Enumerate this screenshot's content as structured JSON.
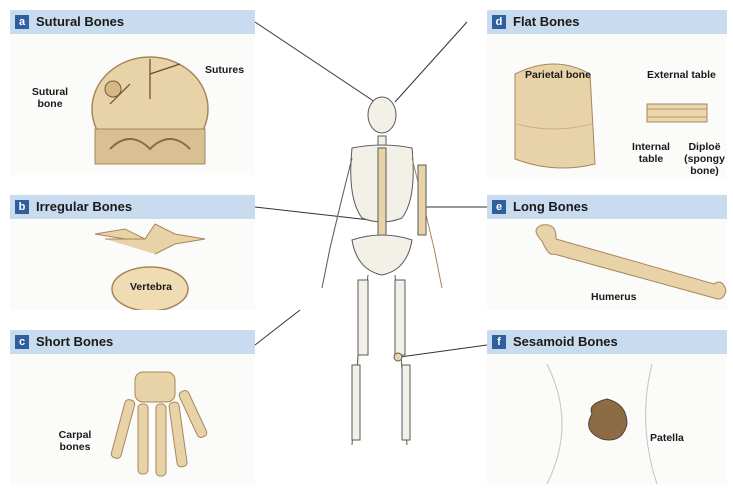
{
  "panels": {
    "a": {
      "letter": "a",
      "title": "Sutural Bones",
      "labels": {
        "sutures": "Sutures",
        "sutural_bone": "Sutural\nbone"
      }
    },
    "b": {
      "letter": "b",
      "title": "Irregular Bones",
      "labels": {
        "vertebra": "Vertebra"
      }
    },
    "c": {
      "letter": "c",
      "title": "Short Bones",
      "labels": {
        "carpal": "Carpal\nbones"
      }
    },
    "d": {
      "letter": "d",
      "title": "Flat Bones",
      "labels": {
        "parietal": "Parietal bone",
        "external_table": "External table",
        "internal_table": "Internal\ntable",
        "diploe": "Diploë\n(spongy\nbone)"
      }
    },
    "e": {
      "letter": "e",
      "title": "Long Bones",
      "labels": {
        "humerus": "Humerus"
      }
    },
    "f": {
      "letter": "f",
      "title": "Sesamoid Bones",
      "labels": {
        "patella": "Patella"
      }
    }
  },
  "colors": {
    "header": "#c9dbee",
    "letter_bg": "#2f5f9f",
    "bone": "#e8d3a8",
    "bone_dark": "#b89865",
    "line": "#333333"
  }
}
